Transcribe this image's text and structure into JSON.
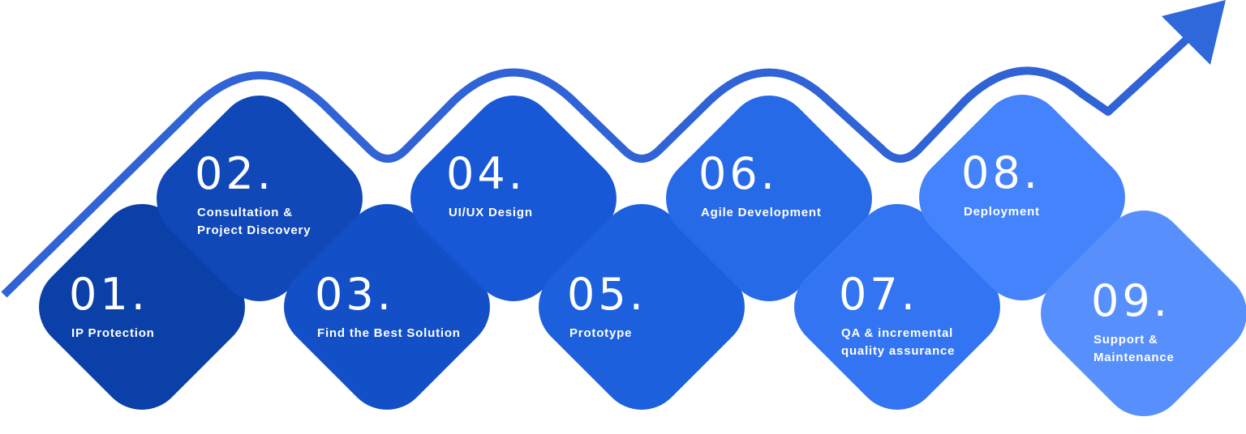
{
  "colors": {
    "path": "#2f63d6",
    "arrow": "#2f68da"
  },
  "steps": [
    {
      "number": "01.",
      "label_line1": "IP Protection",
      "label_line2": "",
      "color": "#0b40a8"
    },
    {
      "number": "02.",
      "label_line1": "Consultation &",
      "label_line2": "Project Discovery",
      "color": "#1048b8"
    },
    {
      "number": "03.",
      "label_line1": "Find the Best Solution",
      "label_line2": "",
      "color": "#1350c8"
    },
    {
      "number": "04.",
      "label_line1": "UI/UX Design",
      "label_line2": "",
      "color": "#1858d6"
    },
    {
      "number": "05.",
      "label_line1": "Prototype",
      "label_line2": "",
      "color": "#1d60dd"
    },
    {
      "number": "06.",
      "label_line1": "Agile Development",
      "label_line2": "",
      "color": "#276ae7"
    },
    {
      "number": "07.",
      "label_line1": "QA & incremental",
      "label_line2": "quality assurance",
      "color": "#3274f2"
    },
    {
      "number": "08.",
      "label_line1": "Deployment",
      "label_line2": "",
      "color": "#4483fb"
    },
    {
      "number": "09.",
      "label_line1": "Support &",
      "label_line2": "Maintenance",
      "color": "#5790fd"
    }
  ]
}
